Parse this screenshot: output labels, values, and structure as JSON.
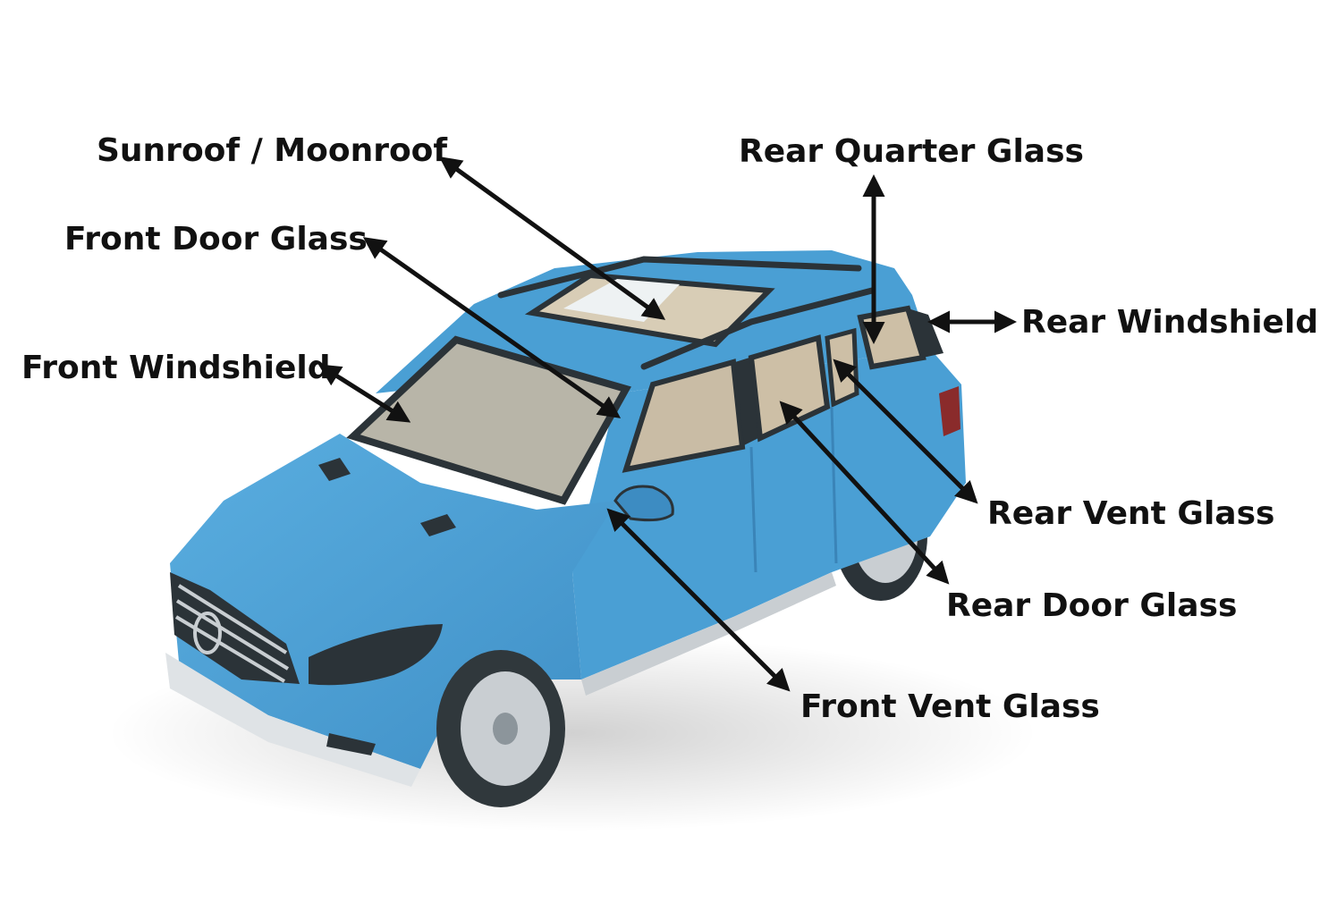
{
  "labels": {
    "sunroof": "Sunroof / Moonroof",
    "front_door_glass": "Front Door Glass",
    "front_windshield": "Front Windshield",
    "rear_quarter_glass": "Rear Quarter Glass",
    "rear_windshield": "Rear Windshield",
    "rear_vent_glass": "Rear Vent Glass",
    "rear_door_glass": "Rear Door Glass",
    "front_vent_glass": "Front Vent Glass"
  },
  "colors": {
    "body": "#4a9fd4",
    "body_shade": "#3d8cc2",
    "glass": "#c9bca5",
    "trim": "#2b3338",
    "tire": "#30383c",
    "rim": "#c9ced2",
    "arrow": "#111111"
  }
}
